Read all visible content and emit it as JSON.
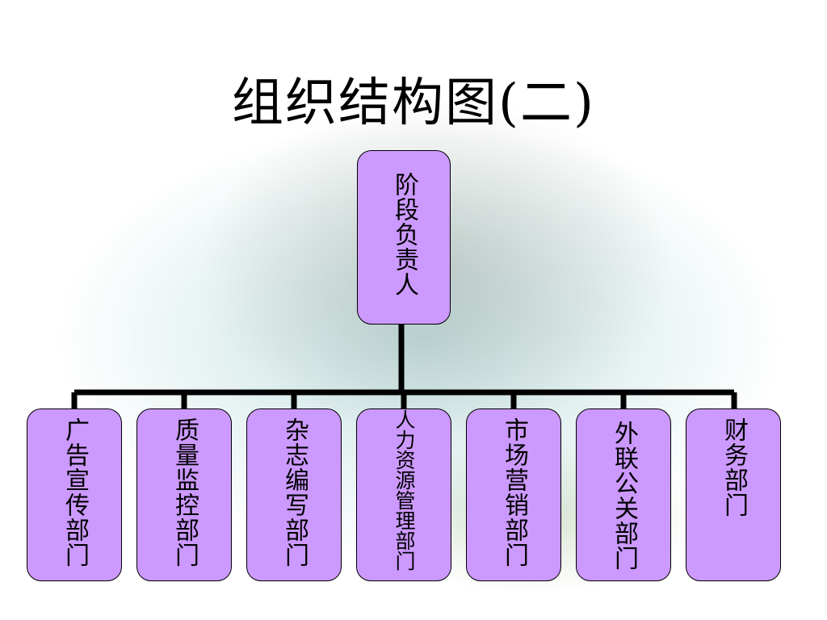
{
  "slide": {
    "title": "组织结构图(二)"
  },
  "org_chart": {
    "root": {
      "label": "阶段负责人"
    },
    "children": [
      {
        "label": "广告宣传部门"
      },
      {
        "label": "质量监控部门"
      },
      {
        "label": "杂志编写部门"
      },
      {
        "label": "人力资源管理部门"
      },
      {
        "label": "市场营销部门"
      },
      {
        "label": "外联公关部门"
      },
      {
        "label": "财务部门"
      }
    ],
    "colors": {
      "box_fill": "#cc99ff",
      "box_border": "#000000",
      "connector": "#000000"
    }
  }
}
